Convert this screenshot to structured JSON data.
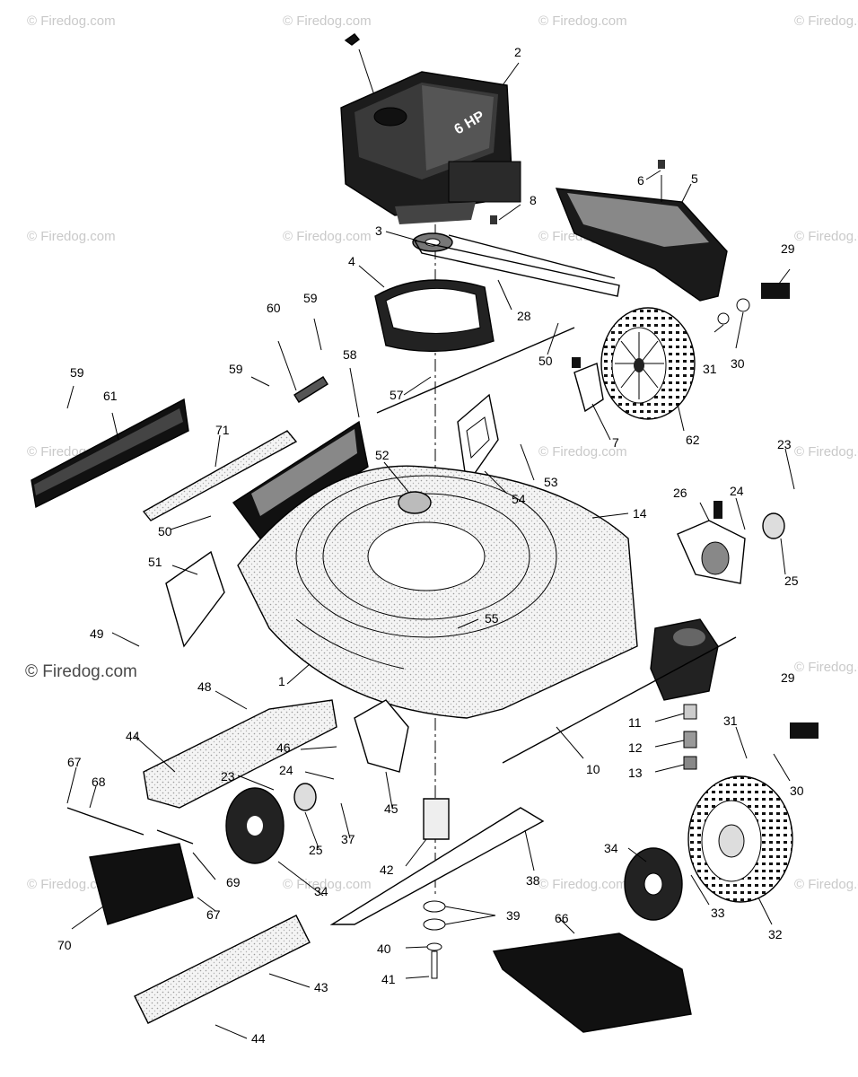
{
  "watermark": {
    "small_text": "© Firedog.com",
    "large_text": "© Firedog.com"
  },
  "engine_badge": "6 HP",
  "callouts": {
    "c2": "2",
    "c3": "3",
    "c4": "4",
    "c5": "5",
    "c6": "6",
    "c7": "7",
    "c8": "8",
    "c10": "10",
    "c11": "11",
    "c12": "12",
    "c13": "13",
    "c14": "14",
    "c23a": "23",
    "c23b": "23",
    "c24a": "24",
    "c24b": "24",
    "c25a": "25",
    "c25b": "25",
    "c26": "26",
    "c28": "28",
    "c29a": "29",
    "c29b": "29",
    "c30a": "30",
    "c30b": "30",
    "c31a": "31",
    "c31b": "31",
    "c32": "32",
    "c33": "33",
    "c34a": "34",
    "c34b": "34",
    "c37": "37",
    "c38": "38",
    "c39": "39",
    "c40": "40",
    "c41": "41",
    "c42": "42",
    "c43": "43",
    "c44a": "44",
    "c44b": "44",
    "c45": "45",
    "c46": "46",
    "c48": "48",
    "c49": "49",
    "c50a": "50",
    "c50b": "50",
    "c51": "51",
    "c52": "52",
    "c53": "53",
    "c54": "54",
    "c55": "55",
    "c57": "57",
    "c58": "58",
    "c59a": "59",
    "c59b": "59",
    "c59c": "59",
    "c60": "60",
    "c61": "61",
    "c62": "62",
    "c66": "66",
    "c67a": "67",
    "c67b": "67",
    "c68": "68",
    "c69": "69",
    "c70": "70",
    "c71": "71",
    "c1": "1"
  }
}
